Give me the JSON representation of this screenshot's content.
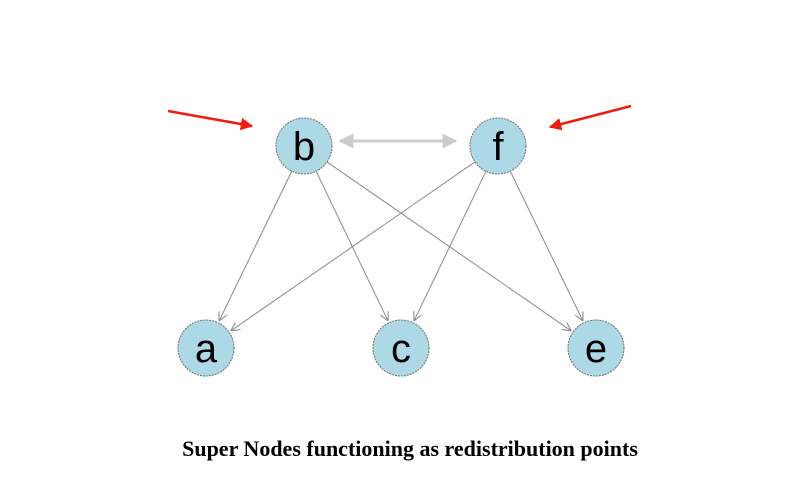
{
  "caption": "Super Nodes functioning as redistribution points",
  "colors": {
    "node_fill": "#add8e6",
    "edge": "#8a8a8a",
    "peer_edge": "#cccccc",
    "pointer": "#ee1c0c"
  },
  "nodes": [
    {
      "id": "b",
      "label": "b",
      "role": "super-node"
    },
    {
      "id": "f",
      "label": "f",
      "role": "super-node"
    },
    {
      "id": "a",
      "label": "a",
      "role": "node"
    },
    {
      "id": "c",
      "label": "c",
      "role": "node"
    },
    {
      "id": "e",
      "label": "e",
      "role": "node"
    }
  ],
  "edges": [
    {
      "from": "b",
      "to": "a"
    },
    {
      "from": "b",
      "to": "c"
    },
    {
      "from": "b",
      "to": "e"
    },
    {
      "from": "f",
      "to": "a"
    },
    {
      "from": "f",
      "to": "c"
    },
    {
      "from": "f",
      "to": "e"
    }
  ],
  "peer_link": {
    "between": [
      "b",
      "f"
    ],
    "bidirectional": true
  },
  "highlighted": [
    "b",
    "f"
  ]
}
